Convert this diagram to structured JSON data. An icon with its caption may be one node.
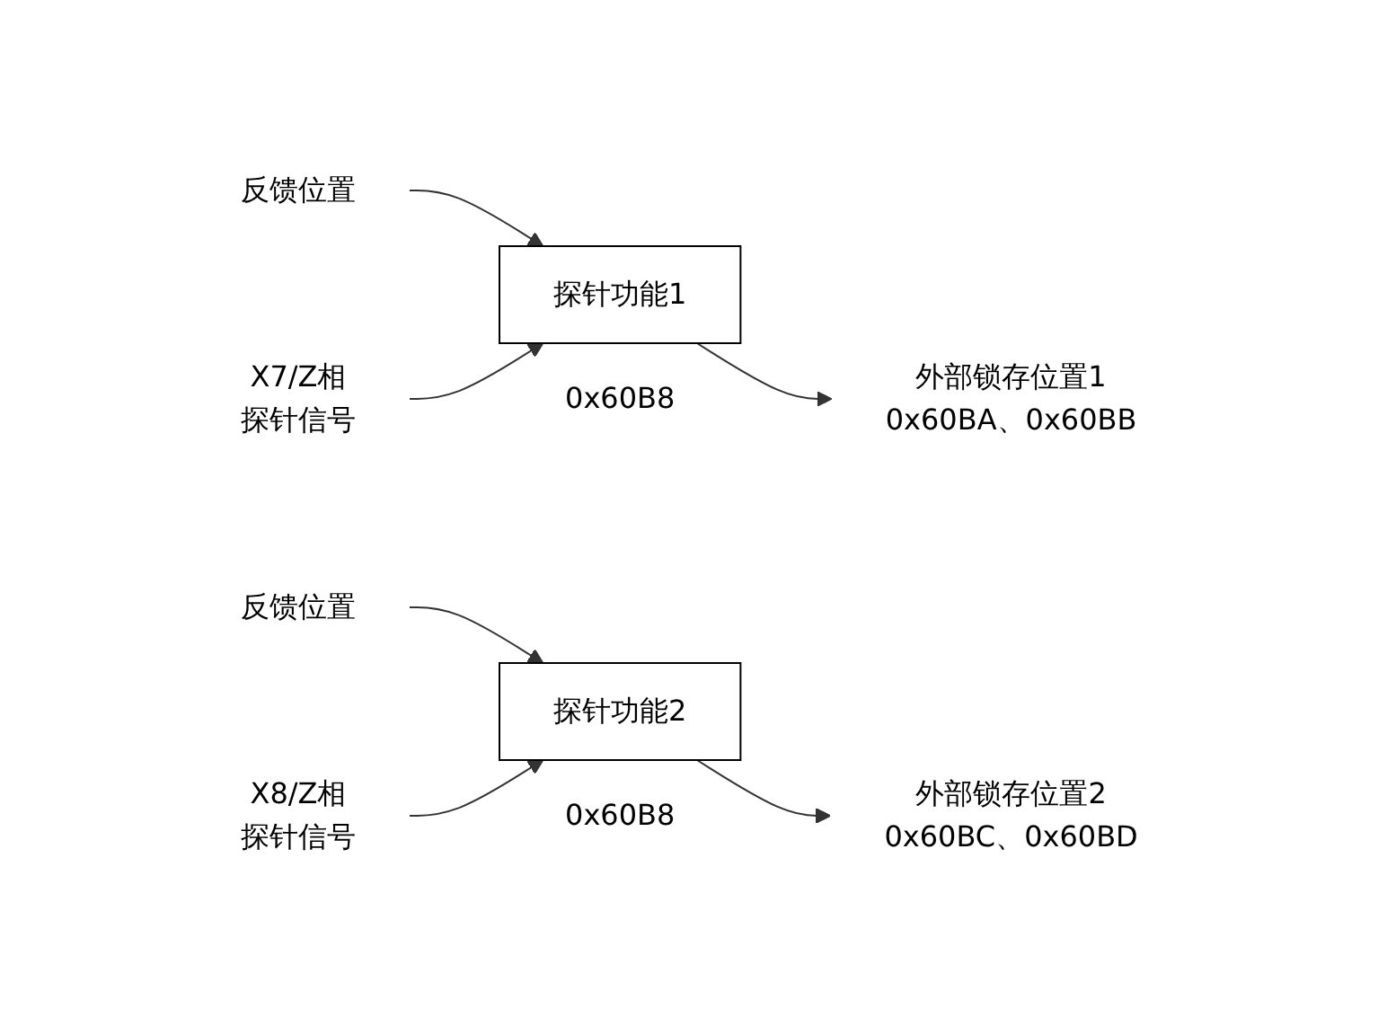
{
  "diagram": {
    "nodes": [
      {
        "text": [
          "反馈位置"
        ]
      },
      {
        "text": [
          "X7/Z相",
          "探针信号"
        ]
      },
      {
        "text": [
          "探针功能1"
        ],
        "beside": [
          "0x60B8"
        ]
      },
      {
        "text": [
          "外部锁存位置1",
          "0x60BA、0x60BB"
        ]
      },
      {
        "text": [
          "反馈位置"
        ]
      },
      {
        "text": [
          "X8/Z相",
          "探针信号"
        ]
      },
      {
        "text": [
          "探针功能2"
        ],
        "beside": [
          "0x60B8"
        ]
      },
      {
        "text": [
          "外部锁存位置2",
          "0x60BC、0x60BD"
        ]
      }
    ],
    "edges": [
      {
        "from": 0,
        "to": 2,
        "arrow": "to"
      },
      {
        "from": 1,
        "to": 2,
        "arrow": "to"
      },
      {
        "from": 2,
        "to": 3,
        "arrow": "to"
      },
      {
        "from": 4,
        "to": 6,
        "arrow": "to"
      },
      {
        "from": 5,
        "to": 6,
        "arrow": "to"
      },
      {
        "from": 6,
        "to": 7,
        "arrow": "to"
      }
    ]
  }
}
